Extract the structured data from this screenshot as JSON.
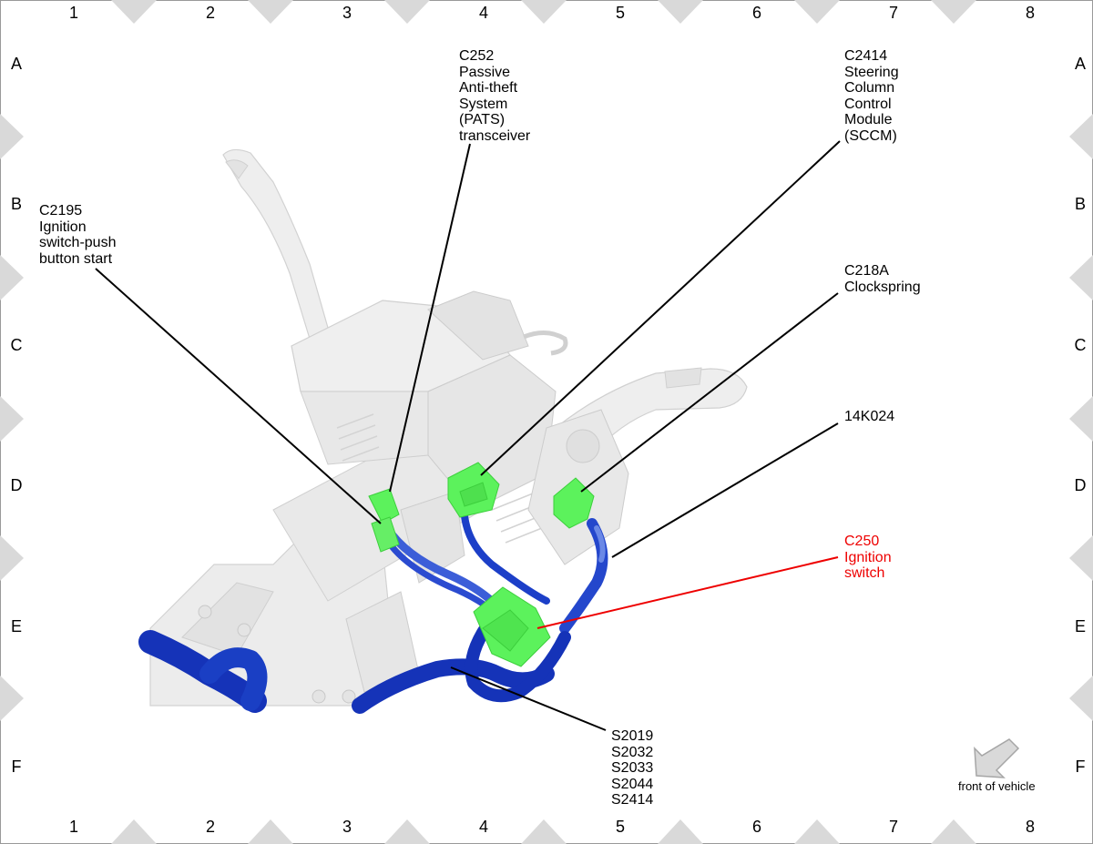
{
  "grid": {
    "columns": [
      "1",
      "2",
      "3",
      "4",
      "5",
      "6",
      "7",
      "8"
    ],
    "rows": [
      "A",
      "B",
      "C",
      "D",
      "E",
      "F"
    ]
  },
  "callouts": {
    "c252": [
      "C252",
      "Passive",
      "Anti-theft",
      "System",
      "(PATS)",
      "transceiver"
    ],
    "c2414": [
      "C2414",
      "Steering",
      "Column",
      "Control",
      "Module",
      "(SCCM)"
    ],
    "c2195": [
      "C2195",
      "Ignition",
      "switch-push",
      "button start"
    ],
    "c218a": [
      "C218A",
      "Clockspring"
    ],
    "k14k024": [
      "14K024"
    ],
    "c250": [
      "C250",
      "Ignition",
      "switch"
    ],
    "splices": [
      "S2019",
      "S2032",
      "S2033",
      "S2044",
      "S2414"
    ]
  },
  "orientation": {
    "label": "front of vehicle",
    "icon": "arrow-icon"
  },
  "colors": {
    "connector": "#5cf25c",
    "harness": "#1a3fc4",
    "highlight_callout": "#ee0000",
    "frame_marker": "#d9d9d9"
  }
}
